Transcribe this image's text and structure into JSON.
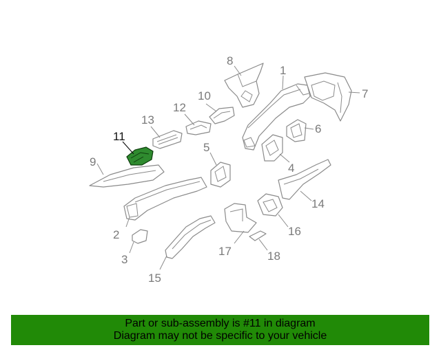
{
  "highlighted_part": "11",
  "callouts": {
    "c1": "1",
    "c2": "2",
    "c3": "3",
    "c4": "4",
    "c5": "5",
    "c6": "6",
    "c7": "7",
    "c8": "8",
    "c9": "9",
    "c10": "10",
    "c11": "11",
    "c12": "12",
    "c13": "13",
    "c14": "14",
    "c15": "15",
    "c16": "16",
    "c17": "17",
    "c18": "18"
  },
  "banner": {
    "line1": "Part or sub-assembly is #11 in diagram",
    "line2": "Diagram may not be specific to your vehicle"
  },
  "colors": {
    "highlight": "#2f8b2f",
    "banner_bg": "#218a07",
    "line_art": "#8a8a8a"
  }
}
